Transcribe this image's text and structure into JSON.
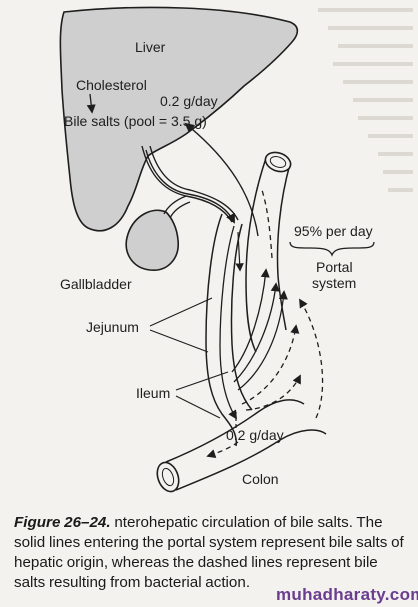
{
  "labels": {
    "liver": "Liver",
    "cholesterol": "Cholesterol",
    "rate_top": "0.2 g/day",
    "bile_salts": "Bile salts (pool = 3.5 g)",
    "percent": "95% per day",
    "portal_line1": "Portal",
    "portal_line2": "system",
    "gallbladder": "Gallbladder",
    "jejunum": "Jejunum",
    "ileum": "Ileum",
    "rate_bottom": "0.2 g/day",
    "colon": "Colon"
  },
  "caption": {
    "figure_number": "Figure 26–24.",
    "text": " nterohepatic circulation of bile salts. The solid lines entering the portal system represent bile salts of hepatic origin, whereas the dashed lines represent bile salts resulting from bacterial action."
  },
  "watermark": "muhadharaty.com",
  "colors": {
    "organ_fill": "#cfcfcf",
    "stroke": "#1e1e1e",
    "watermark": "#6a3d8f"
  }
}
